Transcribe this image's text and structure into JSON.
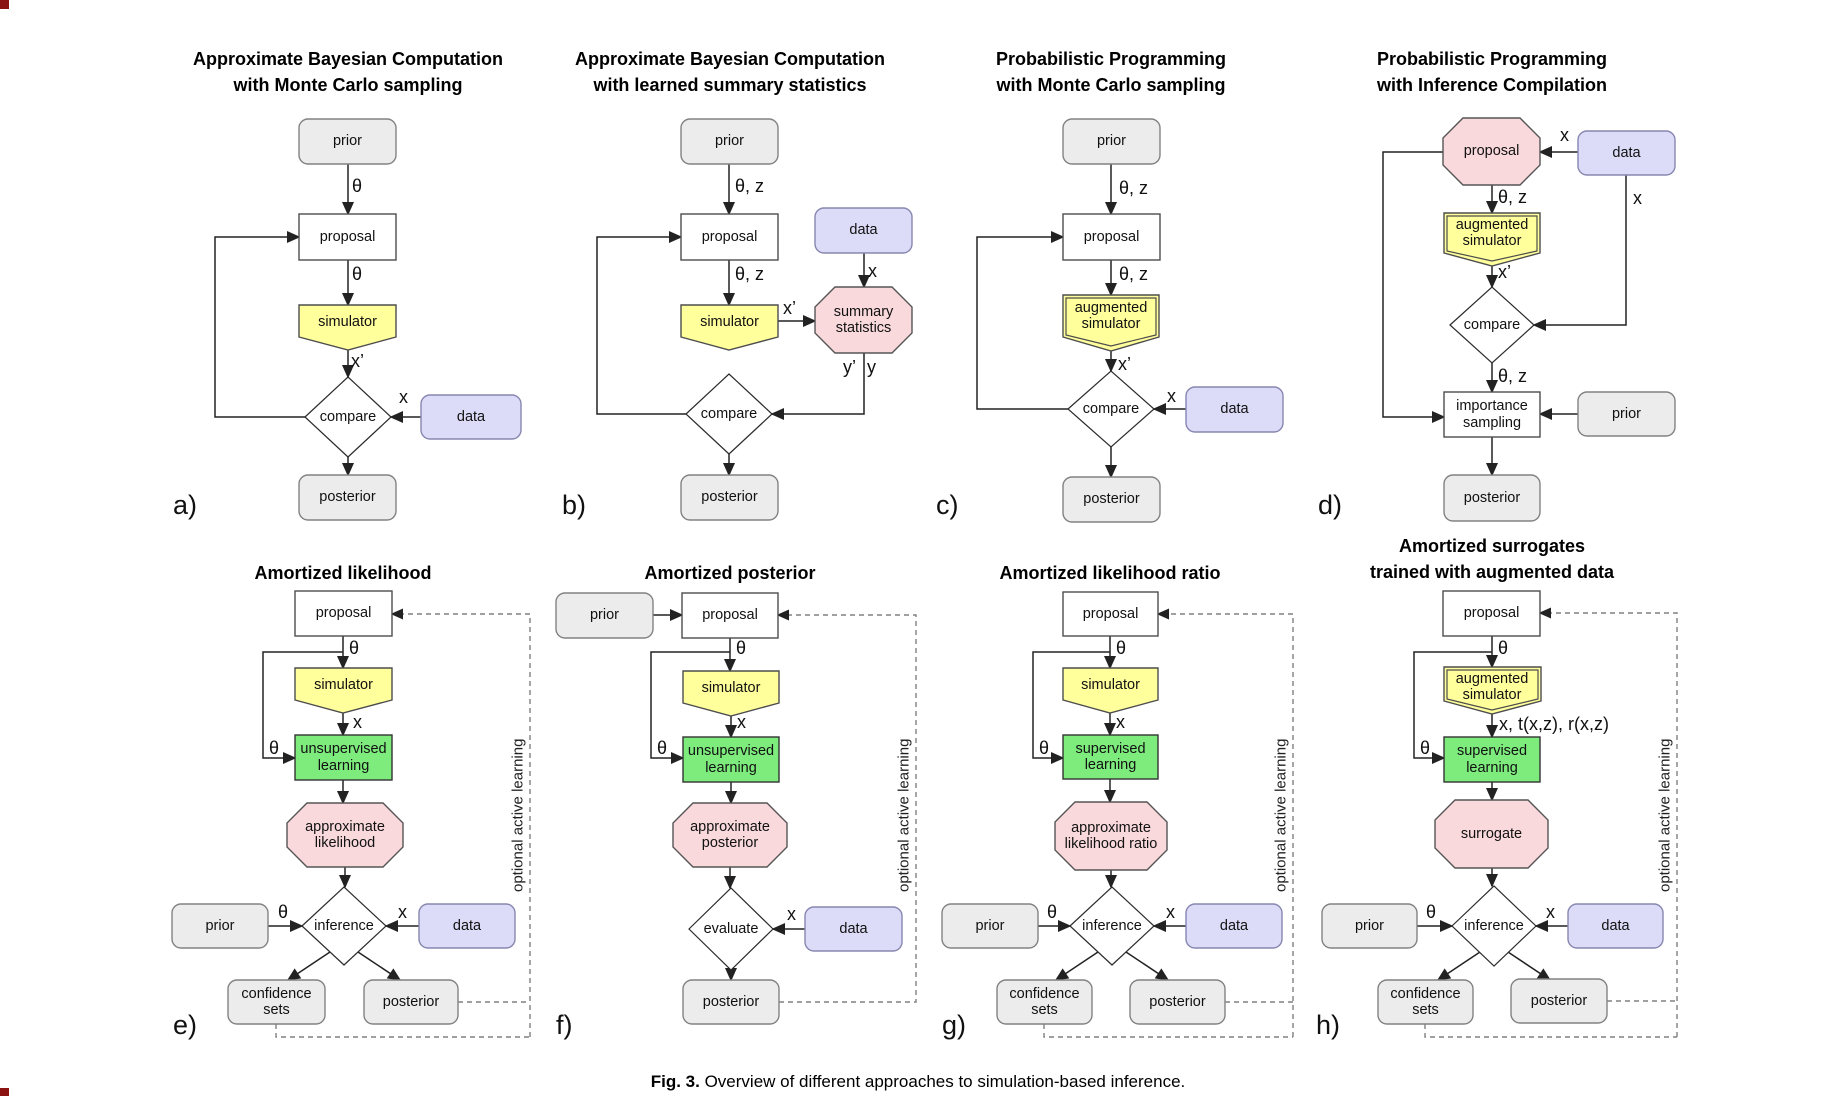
{
  "figure": {
    "caption_label": "Fig. 3.",
    "caption_text": "Overview of different approaches to simulation-based inference."
  },
  "nodes": {
    "prior": "prior",
    "proposal": "proposal",
    "simulator": "simulator",
    "augmented_simulator": "augmented simulator",
    "compare": "compare",
    "data": "data",
    "posterior": "posterior",
    "summary_statistics": "summary statistics",
    "importance_sampling": "importance sampling",
    "unsupervised_learning": "unsupervised learning",
    "supervised_learning": "supervised learning",
    "approximate_likelihood": "approximate likelihood",
    "approximate_posterior": "approximate posterior",
    "approximate_likelihood_ratio": "approximate likelihood ratio",
    "surrogate": "surrogate",
    "inference": "inference",
    "evaluate": "evaluate",
    "confidence_sets": "confidence sets"
  },
  "edge_labels": {
    "theta": "θ",
    "theta_z": "θ, z",
    "x": "x",
    "x_prime": "x’",
    "y_prime": "y’",
    "y": "y",
    "x_t_r": "x, t(x,z), r(x,z)",
    "optional_active_learning": "optional active learning"
  },
  "panels": {
    "a": {
      "letter": "a)",
      "title_line1": "Approximate Bayesian Computation",
      "title_line2": "with Monte Carlo sampling"
    },
    "b": {
      "letter": "b)",
      "title_line1": "Approximate Bayesian Computation",
      "title_line2": "with learned summary statistics"
    },
    "c": {
      "letter": "c)",
      "title_line1": "Probabilistic Programming",
      "title_line2": "with Monte Carlo sampling"
    },
    "d": {
      "letter": "d)",
      "title_line1": "Probabilistic Programming",
      "title_line2": "with Inference Compilation"
    },
    "e": {
      "letter": "e)",
      "title_line1": "Amortized likelihood"
    },
    "f": {
      "letter": "f)",
      "title_line1": "Amortized posterior"
    },
    "g": {
      "letter": "g)",
      "title_line1": "Amortized likelihood ratio"
    },
    "h": {
      "letter": "h)",
      "title_line1": "Amortized surrogates",
      "title_line2": "trained with augmented data"
    }
  },
  "colors": {
    "simulator_fill": "#ffff9c",
    "learning_fill": "#7dec7d",
    "network_fill": "#f9d9dc",
    "data_fill": "#dcdcf8",
    "result_fill": "#ececec",
    "corner_artifact": "#8b1412"
  }
}
